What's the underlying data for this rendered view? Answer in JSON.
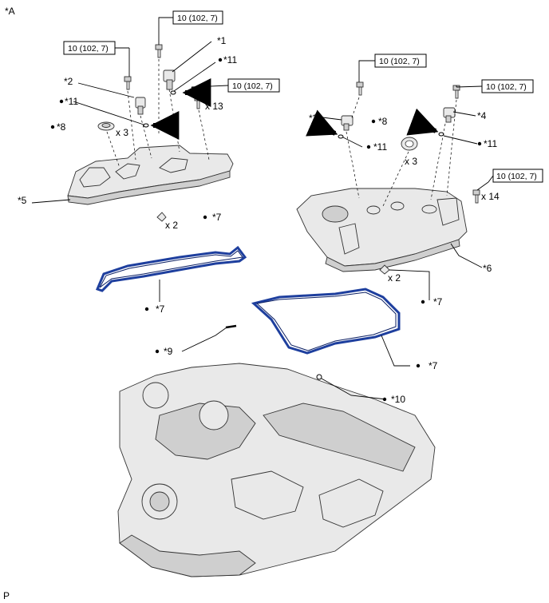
{
  "figure_id": "*A",
  "footer_code": "P",
  "colors": {
    "gasket": "#1e3f9e",
    "outline": "#333333",
    "fill": "#e9e9e9"
  },
  "torque": [
    "10 (102, 7)",
    "10 (102, 7)",
    "10 (102, 7)",
    "10 (102, 7)",
    "10 (102, 7)",
    "10 (102, 7)"
  ],
  "labels": {
    "p1": "*1",
    "p11a": "*11",
    "p2": "*2",
    "p11b": "*11",
    "p8a": "*8",
    "p5": "*5",
    "p7a": "*7",
    "p7b": "*7",
    "p9": "*9",
    "p3": "*3",
    "p8b": "*8",
    "p11c": "*11",
    "p4": "*4",
    "p11d": "*11",
    "p6": "*6",
    "p7c": "*7",
    "p7d": "*7",
    "p10": "*10"
  },
  "quantities": {
    "q13": "x 13",
    "q3a": "x 3",
    "q2a": "x 2",
    "q3b": "x 3",
    "q14": "x 14",
    "q2b": "x 2"
  }
}
